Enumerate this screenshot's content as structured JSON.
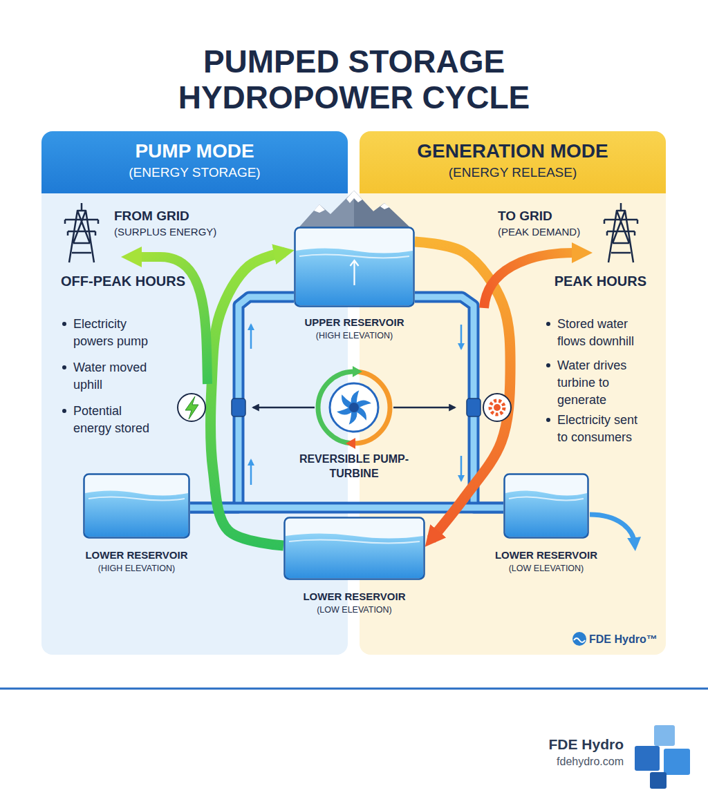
{
  "diagram": {
    "title": "PUMPED STORAGE HYDROPOWER CYCLE",
    "nodes": [
      {
        "text": [
          "PUMP MODE",
          "(ENERGY STORAGE)"
        ]
      },
      {
        "text": [
          "GENERATION MODE",
          "(ENERGY RELEASE)"
        ]
      },
      {
        "text": [
          "UPPER RESERVOIR",
          "(HIGH ELEVATION)"
        ]
      },
      {
        "text": [
          "REVERSIBLE PUMP-TURBINE"
        ]
      },
      {
        "text": [
          "LOWER RESERVOIR",
          "(HIGH ELEVATION)"
        ],
        "in": 0
      },
      {
        "text": [
          "LOWER RESERVOIR",
          "(LOW ELEVATION)"
        ],
        "in": 1
      },
      {
        "text": [
          "LOWER RESERVOIR",
          "(LOW ELEVATION)"
        ]
      }
    ],
    "edges": [
      {
        "from": 4,
        "to": 2,
        "arrow": "none"
      },
      {
        "from": 2,
        "to": 5,
        "arrow": "none"
      },
      {
        "from": 4,
        "to": 5,
        "arrow": "none"
      },
      {
        "from": 6,
        "to": 2,
        "arrow": "to"
      },
      {
        "from": 2,
        "to": 6,
        "arrow": "to"
      }
    ],
    "labels": [
      "FROM GRID",
      "(SURPLUS ENERGY)",
      "OFF-PEAK HOURS",
      "Electricity powers pump",
      "Water moved uphill",
      "Potential energy stored",
      "TO GRID",
      "(PEAK DEMAND)",
      "PEAK HOURS",
      "Stored water flows downhill",
      "Water drives turbine to generate",
      "Electricity sent to consumers",
      "FDE Hydro™",
      "FDE Hydro",
      "fdehydro.com"
    ]
  }
}
